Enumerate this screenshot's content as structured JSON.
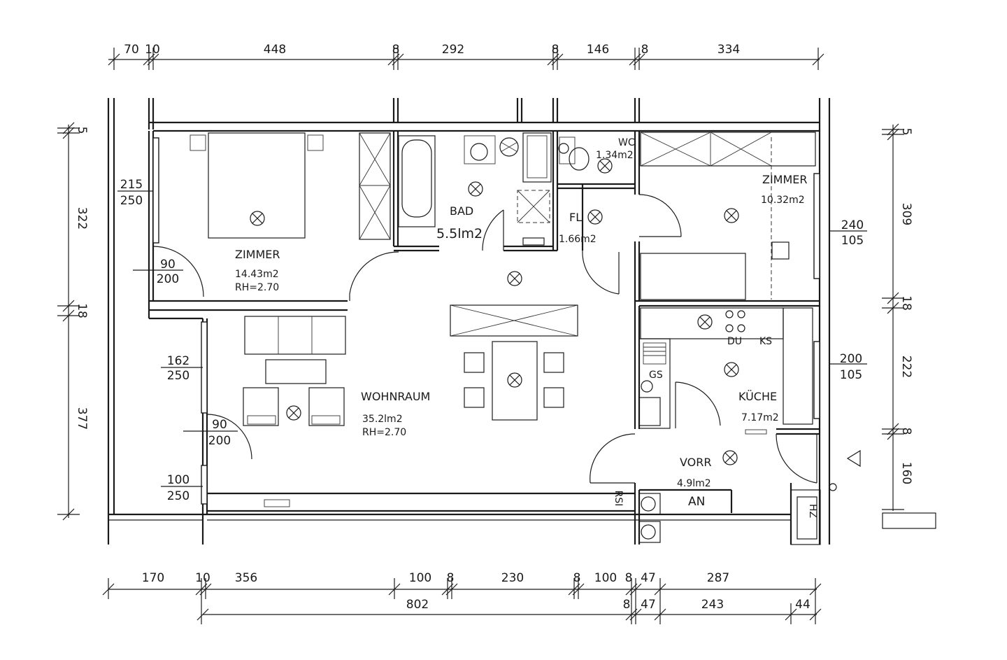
{
  "dimensions": {
    "top": [
      "70",
      "10",
      "448",
      "8",
      "292",
      "8",
      "146",
      "8",
      "334"
    ],
    "bottom_row1": [
      "170",
      "10",
      "356",
      "100",
      "8",
      "230",
      "8",
      "100",
      "8",
      "47",
      "287"
    ],
    "bottom_row2": [
      "802",
      "8",
      "47",
      "243",
      "44"
    ],
    "left": [
      "5",
      "322",
      "18",
      "377"
    ],
    "right": [
      "5",
      "309",
      "18",
      "222",
      "8",
      "160"
    ]
  },
  "windows": [
    {
      "width": "215",
      "height": "250"
    },
    {
      "width": "162",
      "height": "250"
    },
    {
      "width": "100",
      "height": "250"
    },
    {
      "width": "240",
      "height": "105"
    },
    {
      "width": "200",
      "height": "105"
    }
  ],
  "doors": [
    {
      "width": "90",
      "height": "200"
    },
    {
      "width": "90",
      "height": "200"
    }
  ],
  "rooms": [
    {
      "name": "ZIMMER",
      "area": "14.43m2",
      "height": "RH=2.70"
    },
    {
      "name": "BAD",
      "area": "5.5lm2"
    },
    {
      "name": "WC",
      "area": "1.34m2"
    },
    {
      "name": "FL",
      "area": "1.66m2"
    },
    {
      "name": "ZIMMER",
      "area": "10.32m2"
    },
    {
      "name": "WOHNRAUM",
      "area": "35.2lm2",
      "height": "RH=2.70"
    },
    {
      "name": "KÜCHE",
      "area": "7.17m2"
    },
    {
      "name": "VORR",
      "area": "4.9lm2"
    }
  ],
  "fixture_labels": {
    "dishwasher": "DU",
    "fridge": "KS",
    "boiler": "GS",
    "connection": "AN",
    "rsi": "RSI",
    "hz": "HZ"
  }
}
